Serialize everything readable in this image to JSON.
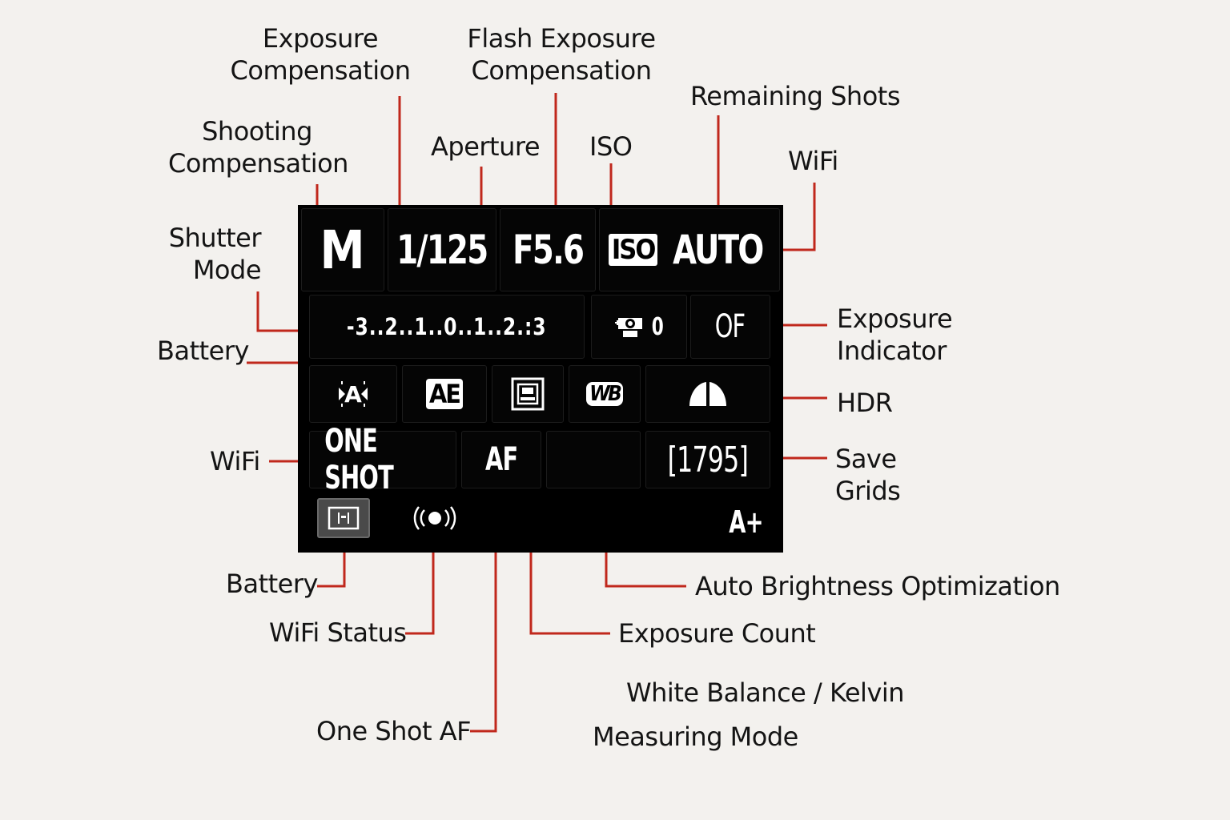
{
  "screen": {
    "mode": "M",
    "shutter": "1/125",
    "aperture": "F5.6",
    "iso_badge": "ISO",
    "iso_value": "AUTO",
    "exposure_scale": "-3..2..1..0..1..2.:3",
    "flash_comp_value": "0",
    "of_value": "OF",
    "ae_label": "AE",
    "wb_label": "WB",
    "drive_mode": "ONE SHOT",
    "af_label": "AF",
    "remaining_shots": "[1795]",
    "scene_mode": "A+",
    "icons": {
      "af_area": "af-area-icon",
      "ae_lock": "ae-lock-icon",
      "picture_style": "picture-style-icon",
      "white_balance": "white-balance-icon",
      "hdr": "hdr-icon",
      "flash_comp": "flash-compensation-icon",
      "metering": "metering-mode-icon",
      "wifi_status": "wifi-signal-icon"
    }
  },
  "labels": {
    "exposure_compensation": "Exposure\nCompensation",
    "flash_exposure_compensation": "Flash Exposure\nCompensation",
    "remaining_shots": "Remaining Shots",
    "shooting_compensation": "Shooting\nCompensation",
    "aperture": "Aperture",
    "iso": "ISO",
    "wifi_top": "WiFi",
    "shutter_mode": "Shutter\nMode",
    "battery_top": "Battery",
    "exposure_indicator": "Exposure\nIndicator",
    "hdr": "HDR",
    "wifi_left": "WiFi",
    "save_grids": "Save\nGrids",
    "battery_bottom": "Battery",
    "auto_brightness": "Auto Brightness Optimization",
    "wifi_status": "WiFi Status",
    "exposure_count": "Exposure Count",
    "white_balance": "White Balance / Kelvin",
    "one_shot_af": "One Shot AF",
    "measuring_mode": "Measuring Mode"
  },
  "colors": {
    "leader": "#c0281c",
    "screen_bg": "#000000",
    "page_bg": "#f3f1ee"
  }
}
